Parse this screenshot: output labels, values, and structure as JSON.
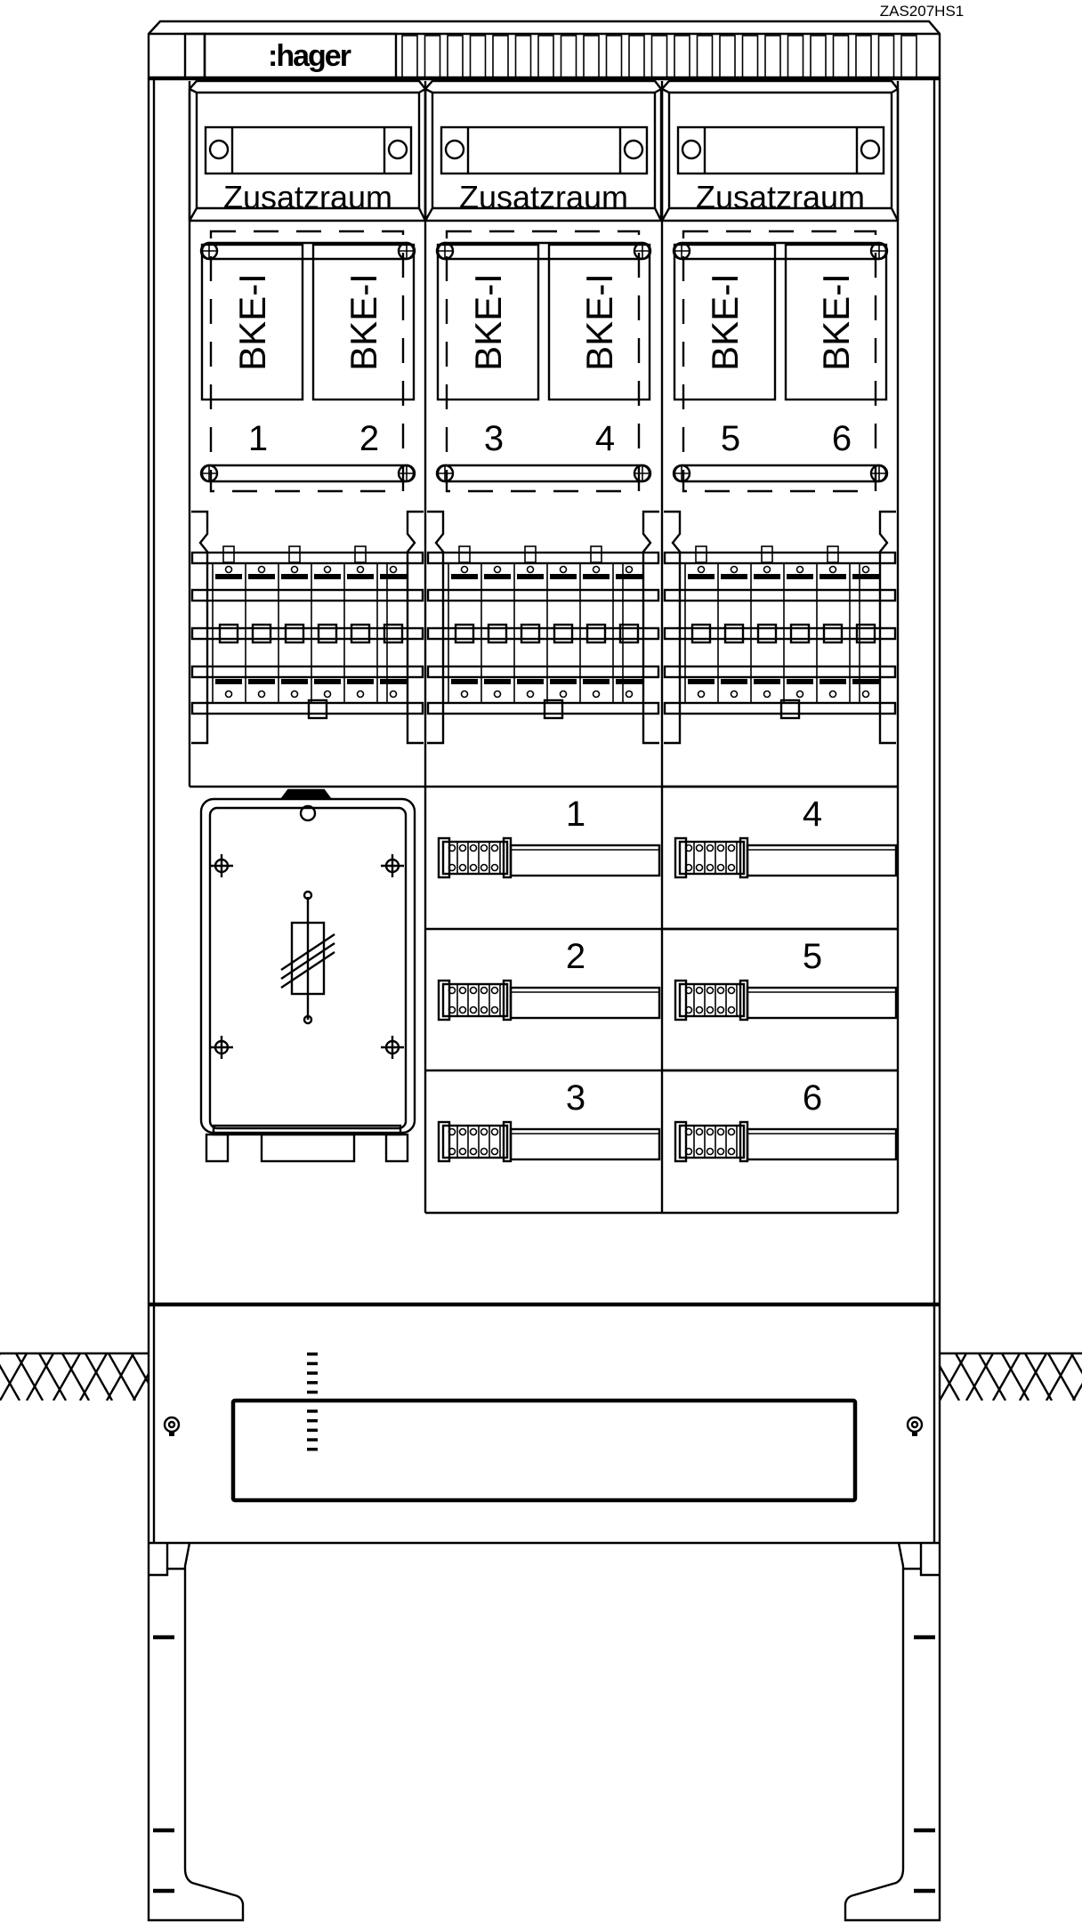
{
  "drawing": {
    "model_code": "ZAS207HS1",
    "brand_logo": ":hager",
    "colors": {
      "line": "#000000",
      "background": "#ffffff"
    }
  },
  "upper_compartments": [
    {
      "label": "Zusatzraum"
    },
    {
      "label": "Zusatzraum"
    },
    {
      "label": "Zusatzraum"
    }
  ],
  "meter_slots": [
    {
      "label": "BKE-I",
      "number": "1"
    },
    {
      "label": "BKE-I",
      "number": "2"
    },
    {
      "label": "BKE-I",
      "number": "3"
    },
    {
      "label": "BKE-I",
      "number": "4"
    },
    {
      "label": "BKE-I",
      "number": "5"
    },
    {
      "label": "BKE-I",
      "number": "6"
    }
  ],
  "terminal_blocks": [
    {
      "number": "1"
    },
    {
      "number": "2"
    },
    {
      "number": "3"
    },
    {
      "number": "4"
    },
    {
      "number": "5"
    },
    {
      "number": "6"
    }
  ]
}
